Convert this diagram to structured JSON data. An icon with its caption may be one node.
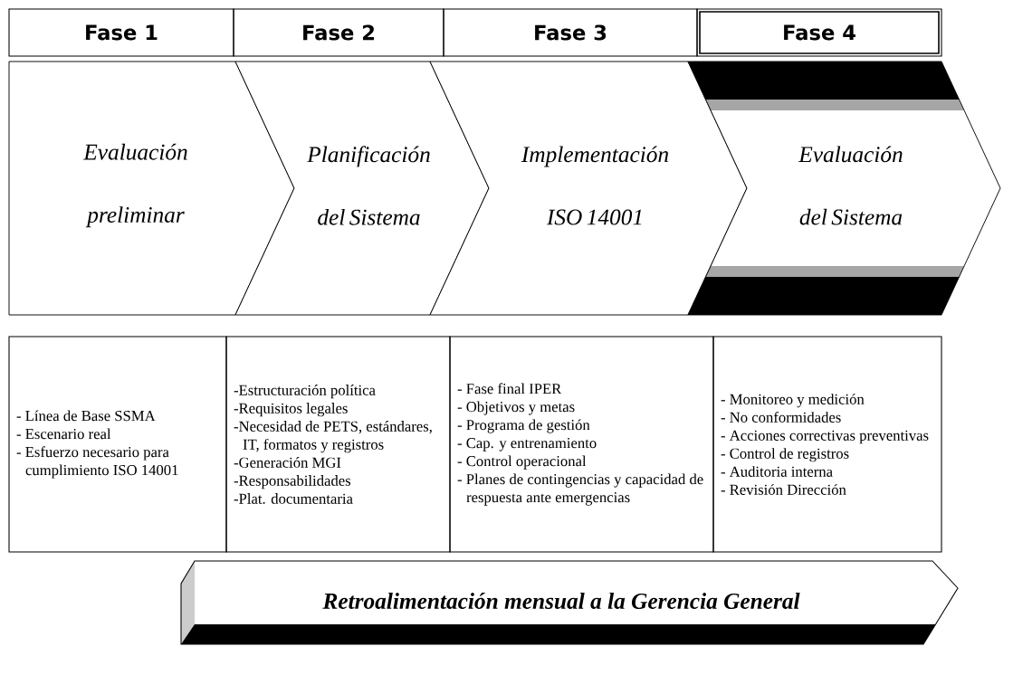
{
  "diagram": {
    "nodes": [
      {
        "text": [
          "Fase 1"
        ]
      },
      {
        "text": [
          "Fase 2"
        ]
      },
      {
        "text": [
          "Fase 3"
        ]
      },
      {
        "text": [
          "Fase 4"
        ]
      },
      {
        "text": [
          "Evaluación preliminar"
        ]
      },
      {
        "text": [
          "Planificación del Sistema"
        ]
      },
      {
        "text": [
          "Implementación ISO 14001"
        ]
      },
      {
        "text": [
          "Evaluación del Sistema"
        ]
      },
      {
        "text": [
          "- Línea de Base SSMA",
          "- Escenario real",
          "- Esfuerzo necesario para cumplimiento ISO 14001"
        ]
      },
      {
        "text": [
          "-Estructuración política",
          "-Requisitos legales",
          "-Necesidad de PETS, estándares, IT, formatos y registros",
          "-Generación MGI",
          "-Responsabilidades",
          "-Plat. documentaria"
        ]
      },
      {
        "text": [
          "- Fase final IPER",
          "- Objetivos y metas",
          "- Programa de gestión",
          "- Cap. y entrenamiento",
          "- Control operacional",
          "- Planes de contingencias y capacidad de respuesta ante emergencias"
        ]
      },
      {
        "text": [
          "- Monitoreo y medición",
          "- No conformidades",
          "- Acciones correctivas preventivas",
          "- Control de registros",
          "- Auditoria interna",
          "- Revisión Dirección"
        ]
      },
      {
        "text": [
          "Retroalimentación mensual a la Gerencia General"
        ]
      }
    ]
  }
}
